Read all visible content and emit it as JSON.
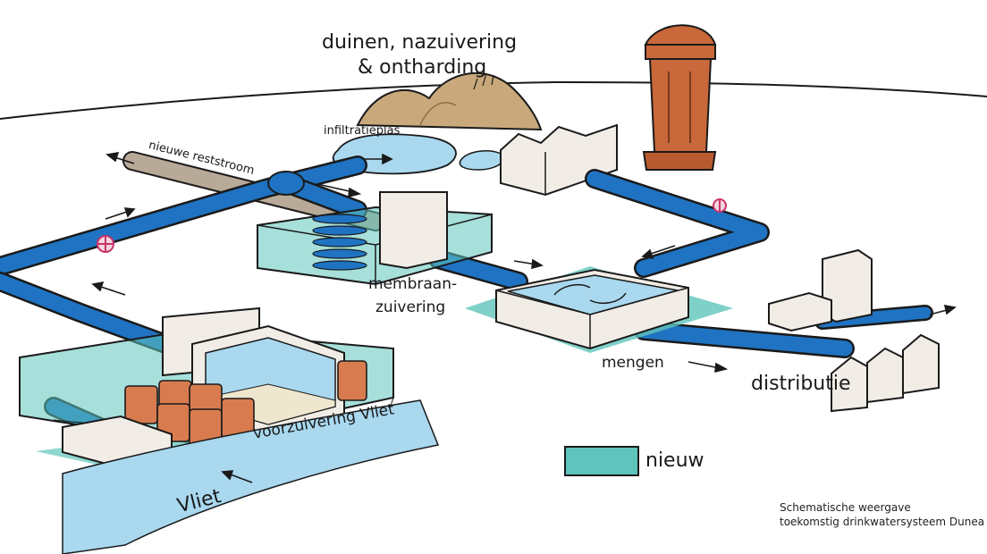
{
  "labels": {
    "dunes_line1": "duinen, nazuivering",
    "dunes_line2": "& ontharding",
    "infiltration": "infiltratieplas",
    "residual": "nieuwe reststroom",
    "membrane_line1": "membraan-",
    "membrane_line2": "zuivering",
    "mixing": "mengen",
    "distribution": "distributie",
    "pretreatment": "voorzuivering Vliet",
    "river": "Vliet"
  },
  "legend": {
    "label": "nieuw",
    "color": "#5fc4bc"
  },
  "caption": {
    "line1": "Schematische weergave",
    "line2": "toekomstig drinkwatersysteem Dunea"
  },
  "colors": {
    "pipe": "#1f73c2",
    "new_area": "#5fc4bc",
    "water": "#a9d8ef",
    "tower": "#c9683a",
    "dune": "#c9a97c",
    "outline": "#1a1a1a"
  },
  "icons": [
    "valve-icon",
    "arrow-icon"
  ]
}
